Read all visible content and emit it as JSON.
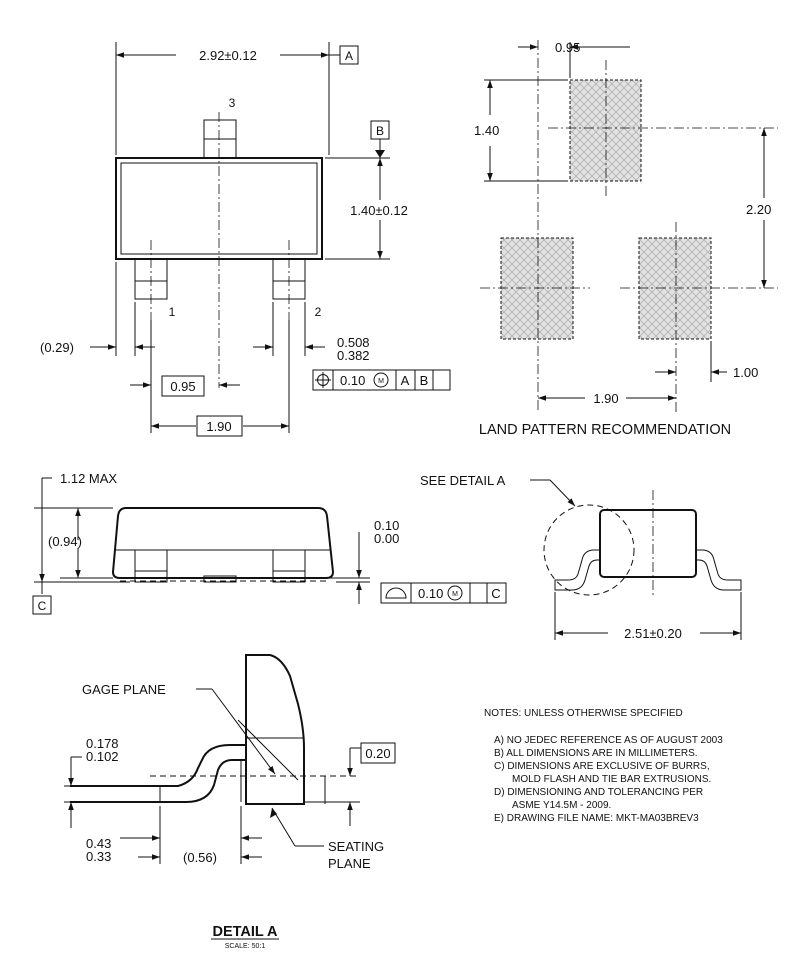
{
  "top_view": {
    "dim_width": "2.92±0.12",
    "datum_a": "A",
    "datum_b": "B",
    "dim_body_height": "1.40±0.12",
    "pin1": "1",
    "pin2": "2",
    "pin3": "3",
    "dim_lead_offset": "(0.29)",
    "dim_lead_width_max": "0.508",
    "dim_lead_width_min": "0.382",
    "dim_pitch": "0.95",
    "dim_lead_span": "1.90",
    "fcf_tolerance": "0.10",
    "fcf_modifier": "M",
    "fcf_datum1": "A",
    "fcf_datum2": "B"
  },
  "land_pattern": {
    "dim_pad_width": "0.95",
    "dim_pad_height": "1.40",
    "dim_row_spacing": "2.20",
    "dim_pad_offset": "1.00",
    "dim_pad_span": "1.90",
    "title": "LAND PATTERN RECOMMENDATION"
  },
  "side_view": {
    "dim_height_max": "1.12 MAX",
    "dim_body": "(0.94)",
    "dim_standoff_max": "0.10",
    "dim_standoff_min": "0.00",
    "datum_c": "C",
    "fcf_tolerance": "0.10",
    "fcf_modifier": "M",
    "fcf_datum": "C"
  },
  "end_view": {
    "callout": "SEE DETAIL A",
    "dim_overall_width": "2.51±0.20"
  },
  "detail_a": {
    "gage_plane": "GAGE PLANE",
    "dim_lead_thickness_max": "0.178",
    "dim_lead_thickness_min": "0.102",
    "dim_gage": "0.20",
    "dim_foot_max": "0.43",
    "dim_foot_min": "0.33",
    "dim_foot_ref": "(0.56)",
    "seating_line1": "SEATING",
    "seating_line2": "PLANE",
    "title": "DETAIL A",
    "scale": "SCALE: 50:1"
  },
  "notes": {
    "heading": "NOTES: UNLESS OTHERWISE SPECIFIED",
    "items": [
      "A)  NO JEDEC REFERENCE AS OF AUGUST 2003",
      "B)  ALL DIMENSIONS ARE IN MILLIMETERS.",
      "C)  DIMENSIONS ARE EXCLUSIVE OF BURRS,",
      "MOLD FLASH AND TIE BAR EXTRUSIONS.",
      "D)  DIMENSIONING AND TOLERANCING PER",
      "ASME Y14.5M - 2009.",
      "E)  DRAWING FILE NAME: MKT-MA03BREV3"
    ]
  }
}
